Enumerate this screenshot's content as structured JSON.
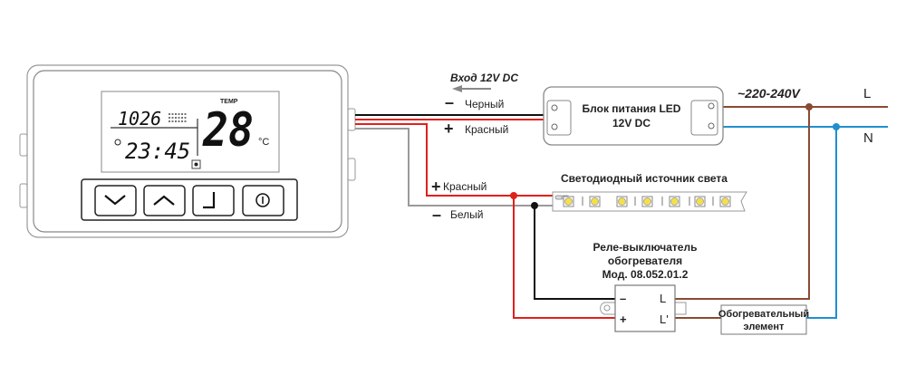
{
  "thermostat": {
    "display": {
      "top_value": "1026",
      "time": "23:45",
      "temp_label": "TEMP",
      "temperature": "28",
      "unit": "°C"
    },
    "buttons": [
      {
        "icon": "chevron-down-icon"
      },
      {
        "icon": "chevron-up-icon"
      },
      {
        "icon": "enter-icon"
      },
      {
        "icon": "power-icon"
      }
    ]
  },
  "labels": {
    "input": "Вход 12V DC",
    "black_sign": "–",
    "black": "Черный",
    "red_sign": "+",
    "red": "Красный",
    "strip_red_sign": "+",
    "strip_red": "Красный",
    "strip_white_sign": "–",
    "strip_white": "Белый",
    "psu_line1": "Блок питания LED",
    "psu_line2": "12V DC",
    "mains_voltage": "~220-240V",
    "L": "L",
    "N": "N",
    "strip": "Светодиодный источник света",
    "relay_line1": "Реле-выключатель",
    "relay_line2": "обогревателя",
    "relay_line3": "Мод. 08.052.01.2",
    "relay_minus": "–",
    "relay_plus": "+",
    "relay_L": "L",
    "relay_L2": "L'",
    "heater_line1": "Обогревательный",
    "heater_line2": "элемент"
  },
  "colors": {
    "black_wire": "#111111",
    "red_wire": "#e0201c",
    "white_wire": "#9a9a9a",
    "live_wire": "#8b4a32",
    "neutral_wire": "#1f8fd0",
    "led": "#f5e04a"
  }
}
